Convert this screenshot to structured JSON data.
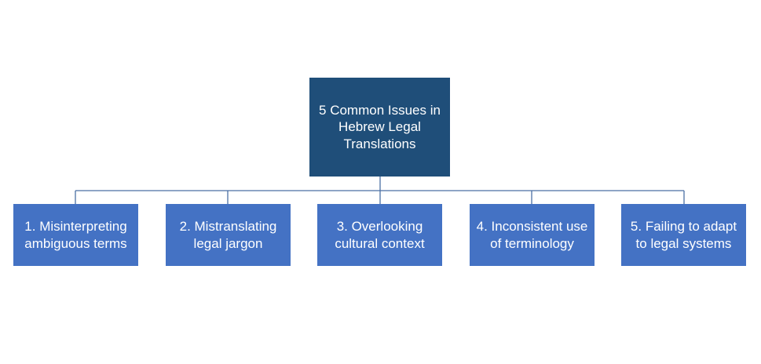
{
  "diagram": {
    "root": {
      "label": "5 Common Issues in Hebrew Legal Translations"
    },
    "children": [
      {
        "label": "1. Misinterpreting ambiguous terms"
      },
      {
        "label": "2. Mistranslating legal jargon"
      },
      {
        "label": "3. Overlooking cultural context"
      },
      {
        "label": "4. Inconsistent use of terminology"
      },
      {
        "label": "5. Failing to adapt to legal systems"
      }
    ]
  },
  "colors": {
    "root_fill": "#1f4e79",
    "child_fill": "#4472c4",
    "connector": "#4a6fa5",
    "text": "#ffffff"
  }
}
